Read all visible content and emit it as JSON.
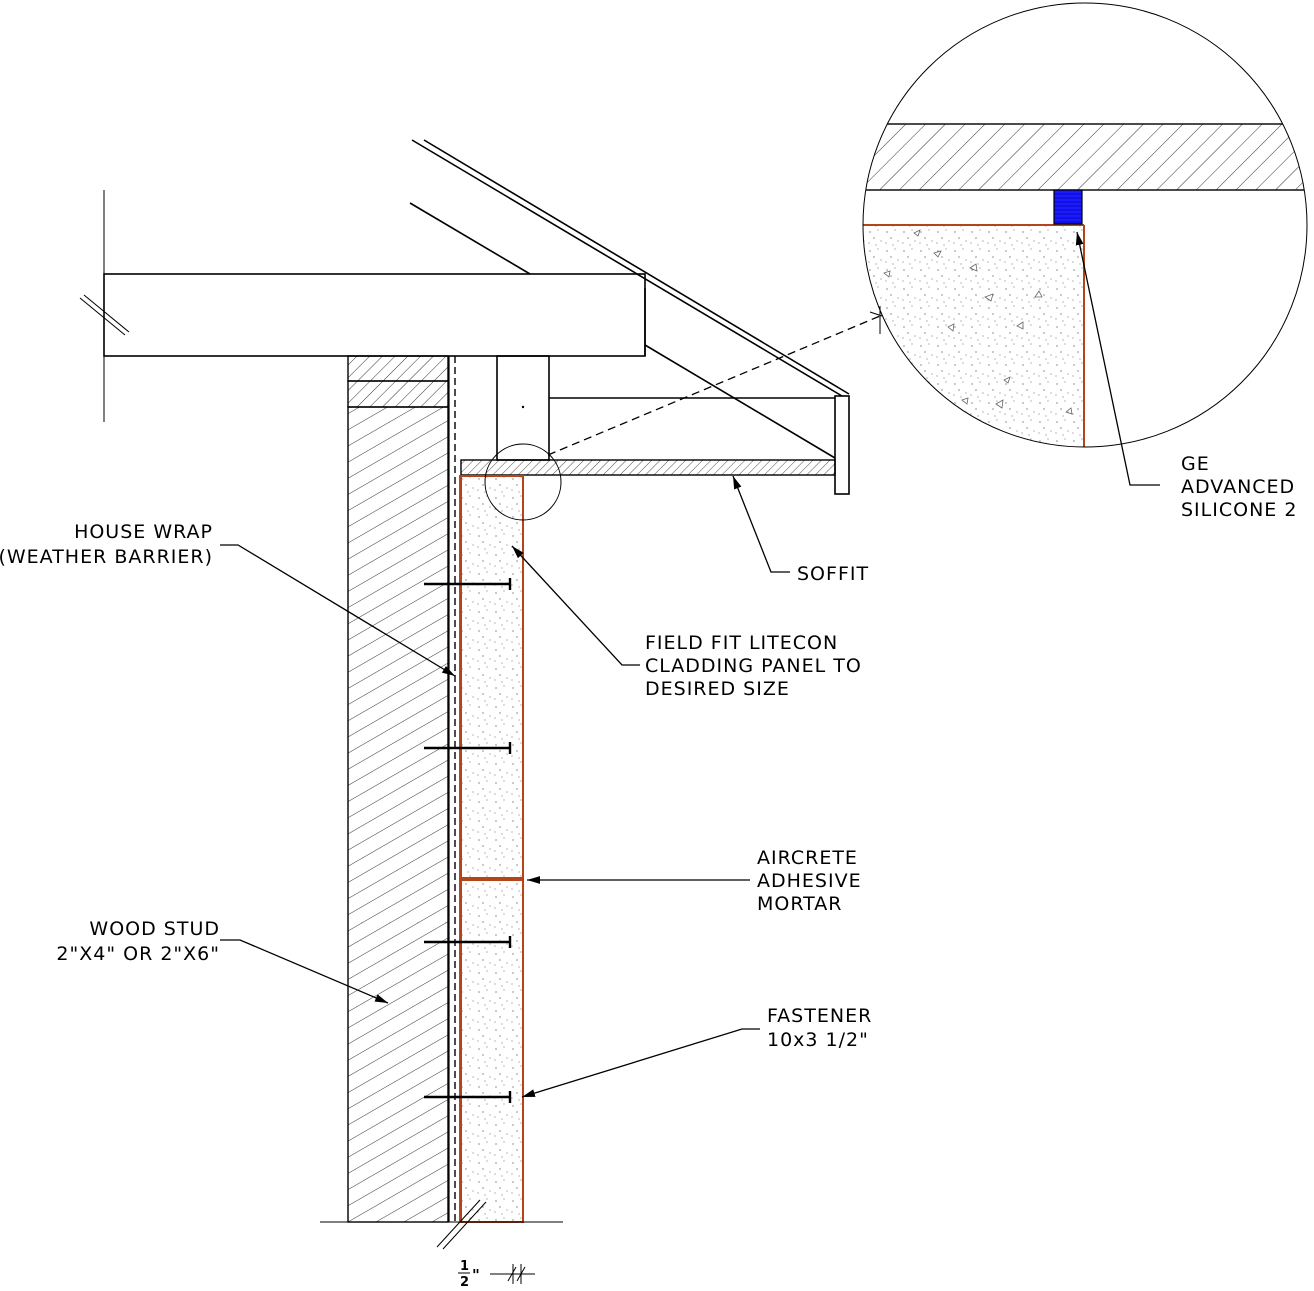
{
  "labels": {
    "house_wrap": [
      "HOUSE WRAP",
      "(WEATHER BARRIER)"
    ],
    "soffit": "SOFFIT",
    "cladding": [
      "FIELD FIT LITECON",
      "CLADDING PANEL TO",
      "DESIRED SIZE"
    ],
    "mortar": [
      "AIRCRETE",
      "ADHESIVE",
      "MORTAR"
    ],
    "stud": [
      "WOOD STUD",
      "2\"X4\" OR 2\"X6\""
    ],
    "fastener": [
      "FASTENER",
      "10x3 1/2\""
    ],
    "sealant": [
      "GE",
      "ADVANCED",
      "SILICONE 2"
    ],
    "dimension_num": "1",
    "dimension_den": "2",
    "dimension_unit": "\""
  },
  "colors": {
    "line": "#000000",
    "cladding_edge": "#b5441a",
    "sealant": "#1a1aff",
    "background": "#ffffff"
  }
}
